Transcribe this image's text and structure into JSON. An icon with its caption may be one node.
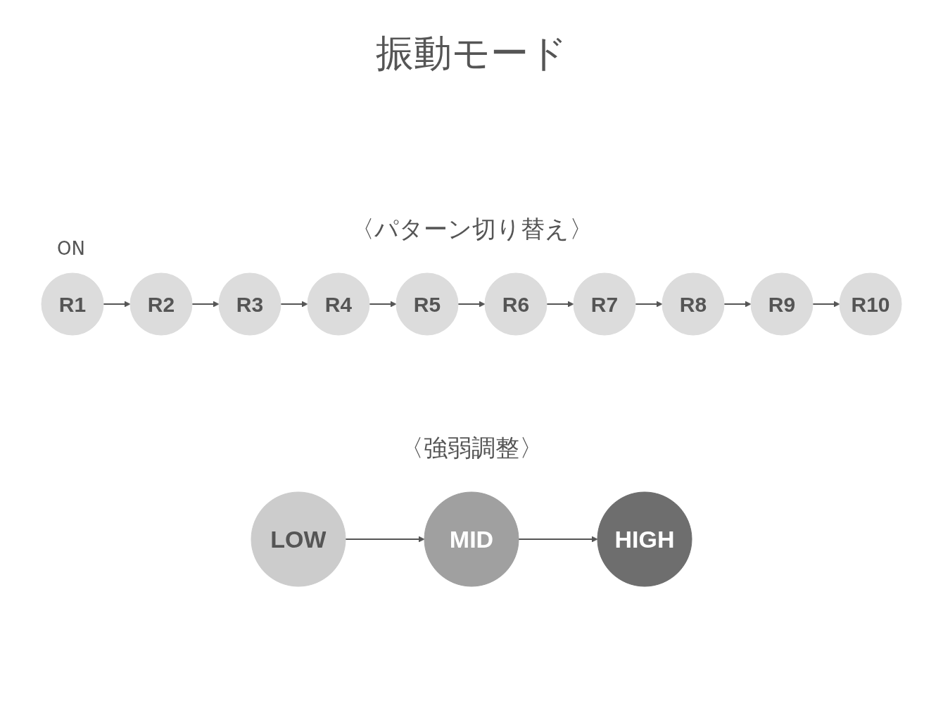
{
  "diagram": {
    "title": "振動モード",
    "nodes": [
      {
        "text": [
          "R1"
        ],
        "beside": [
          "ON"
        ]
      },
      {
        "text": [
          "R2"
        ]
      },
      {
        "text": [
          "R3"
        ]
      },
      {
        "text": [
          "R4"
        ]
      },
      {
        "text": [
          "R5"
        ]
      },
      {
        "text": [
          "R6"
        ]
      },
      {
        "text": [
          "R7"
        ]
      },
      {
        "text": [
          "R8"
        ]
      },
      {
        "text": [
          "R9"
        ]
      },
      {
        "text": [
          "R10"
        ]
      },
      {
        "text": [
          "LOW"
        ]
      },
      {
        "text": [
          "MID"
        ]
      },
      {
        "text": [
          "HIGH"
        ]
      }
    ],
    "edges": [
      {
        "from": 0,
        "to": 1,
        "arrow": "to"
      },
      {
        "from": 1,
        "to": 2,
        "arrow": "to"
      },
      {
        "from": 2,
        "to": 3,
        "arrow": "to"
      },
      {
        "from": 3,
        "to": 4,
        "arrow": "to"
      },
      {
        "from": 4,
        "to": 5,
        "arrow": "to"
      },
      {
        "from": 5,
        "to": 6,
        "arrow": "to"
      },
      {
        "from": 6,
        "to": 7,
        "arrow": "to"
      },
      {
        "from": 7,
        "to": 8,
        "arrow": "to"
      },
      {
        "from": 8,
        "to": 9,
        "arrow": "to"
      },
      {
        "from": 10,
        "to": 11,
        "arrow": "to"
      },
      {
        "from": 11,
        "to": 12,
        "arrow": "to"
      }
    ],
    "labels": [
      "〈パターン切り替え〉",
      "〈強弱調整〉"
    ]
  }
}
